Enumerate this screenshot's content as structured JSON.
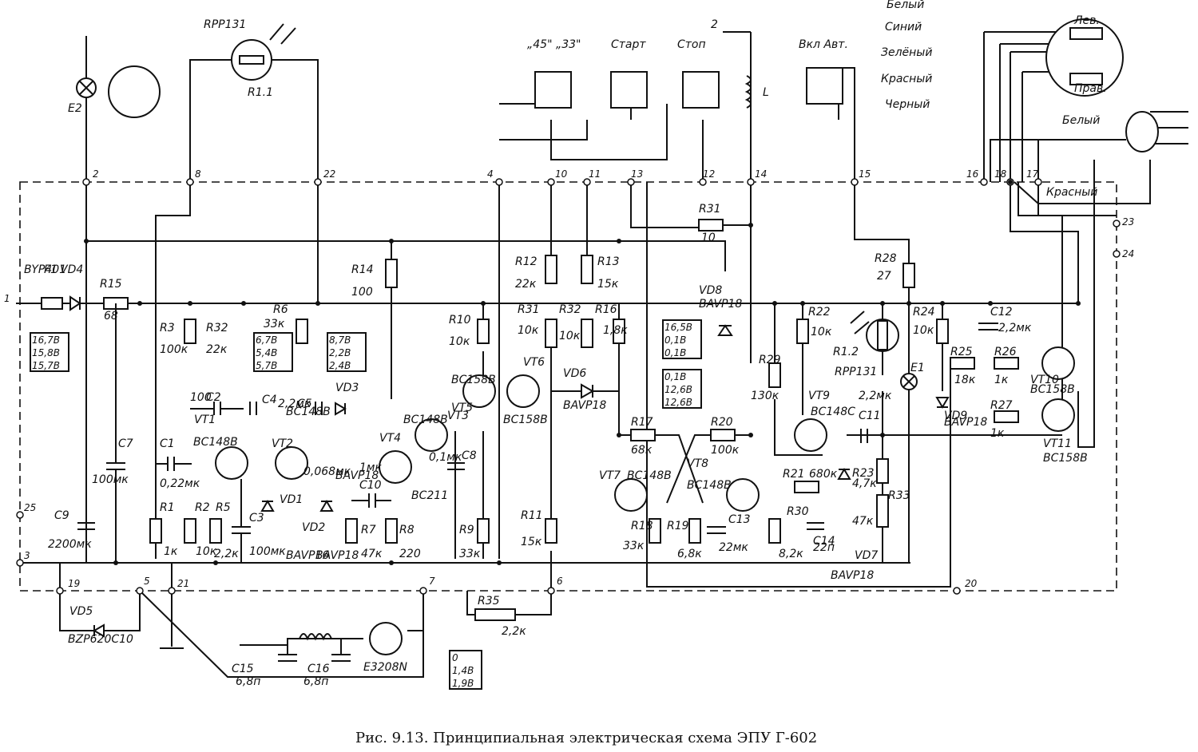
{
  "caption": "Рис. 9.13. Принципиальная электрическая схема ЭПУ Г-602",
  "top_labels": [
    "RPP131",
    "R1.1",
    "„45\" „33\"",
    "Старт",
    "Стоп",
    "Вкл Авт.",
    "L",
    "E2",
    "2"
  ],
  "wire_colors": [
    "Белый",
    "Синий",
    "Зелёный",
    "Красный",
    "Черный",
    "Белый",
    "Красный"
  ],
  "head_labels": [
    "Лев.",
    "Прав."
  ],
  "nodes": [
    "1",
    "2",
    "3",
    "4",
    "5",
    "6",
    "7",
    "8",
    "10",
    "11",
    "12",
    "13",
    "14",
    "15",
    "16",
    "17",
    "18",
    "19",
    "20",
    "21",
    "22",
    "23",
    "24",
    "25"
  ],
  "components": [
    {
      "ref": "BYP401",
      "value": ""
    },
    {
      "ref": "F1",
      "value": ""
    },
    {
      "ref": "VD4",
      "value": ""
    },
    {
      "ref": "R15",
      "value": "68"
    },
    {
      "ref": "C7",
      "value": "100мк"
    },
    {
      "ref": "C9",
      "value": "2200мк"
    },
    {
      "ref": "VD5",
      "value": "BZP620C10"
    },
    {
      "ref": "R3",
      "value": "100к"
    },
    {
      "ref": "R32",
      "value": "22к"
    },
    {
      "ref": "R6",
      "value": "33к"
    },
    {
      "ref": "C1",
      "value": "0,22мк"
    },
    {
      "ref": "C2",
      "value": "100"
    },
    {
      "ref": "C4",
      "value": "2,2мк"
    },
    {
      "ref": "C5",
      "value": "0,068мк"
    },
    {
      "ref": "VT1",
      "value": "BC148B"
    },
    {
      "ref": "VT2",
      "value": "BC148B"
    },
    {
      "ref": "VD1",
      "value": "BAVP16"
    },
    {
      "ref": "VD2",
      "value": "BAVP18"
    },
    {
      "ref": "VD3",
      "value": "BAVP18"
    },
    {
      "ref": "R1",
      "value": "1к"
    },
    {
      "ref": "R2",
      "value": "10к"
    },
    {
      "ref": "R5",
      "value": "2,2к"
    },
    {
      "ref": "C3",
      "value": "100мк"
    },
    {
      "ref": "R14",
      "value": "100"
    },
    {
      "ref": "C10",
      "value": "1мк"
    },
    {
      "ref": "R7",
      "value": "47к"
    },
    {
      "ref": "R8",
      "value": "220"
    },
    {
      "ref": "VT4",
      "value": "BC211"
    },
    {
      "ref": "VT3",
      "value": "BC148B"
    },
    {
      "ref": "C8",
      "value": "0,1мк"
    },
    {
      "ref": "R9",
      "value": "33к"
    },
    {
      "ref": "R10",
      "value": "10к"
    },
    {
      "ref": "VT5",
      "value": "BC158B"
    },
    {
      "ref": "VT6",
      "value": "BC158B"
    },
    {
      "ref": "R12",
      "value": "22к"
    },
    {
      "ref": "R13",
      "value": "15к"
    },
    {
      "ref": "R31",
      "value": "10к"
    },
    {
      "ref": "R32",
      "value": "10к"
    },
    {
      "ref": "R16",
      "value": "1,8к"
    },
    {
      "ref": "VD6",
      "value": "BAVP18"
    },
    {
      "ref": "R11",
      "value": "15к"
    },
    {
      "ref": "R35",
      "value": "2,2к"
    },
    {
      "ref": "R31",
      "value": "10"
    },
    {
      "ref": "VD8",
      "value": "BAVP18"
    },
    {
      "ref": "R29",
      "value": "130к"
    },
    {
      "ref": "R17",
      "value": "68к"
    },
    {
      "ref": "R20",
      "value": "100к"
    },
    {
      "ref": "VT7",
      "value": "BC148B"
    },
    {
      "ref": "VT8",
      "value": "BC148B"
    },
    {
      "ref": "R18",
      "value": "33к"
    },
    {
      "ref": "R19",
      "value": "6,8к"
    },
    {
      "ref": "C13",
      "value": "22мк"
    },
    {
      "ref": "R28",
      "value": "27"
    },
    {
      "ref": "R22",
      "value": "10к"
    },
    {
      "ref": "R1.2",
      "value": "RPP131"
    },
    {
      "ref": "VT9",
      "value": "BC148C"
    },
    {
      "ref": "C11",
      "value": "2,2мк"
    },
    {
      "ref": "R21",
      "value": "680к"
    },
    {
      "ref": "R23",
      "value": "4,7к"
    },
    {
      "ref": "R33",
      "value": "47к"
    },
    {
      "ref": "R30",
      "value": "8,2к"
    },
    {
      "ref": "C14",
      "value": "22п"
    },
    {
      "ref": "VD7",
      "value": "BAVP18"
    },
    {
      "ref": "E1",
      "value": ""
    },
    {
      "ref": "R24",
      "value": "10к"
    },
    {
      "ref": "VD9",
      "value": "BAVP18"
    },
    {
      "ref": "C12",
      "value": "2,2мк"
    },
    {
      "ref": "R25",
      "value": "18к"
    },
    {
      "ref": "R26",
      "value": "1к"
    },
    {
      "ref": "R27",
      "value": "1к"
    },
    {
      "ref": "VT10",
      "value": "BC158B"
    },
    {
      "ref": "VT11",
      "value": "BC158B"
    },
    {
      "ref": "C15",
      "value": "6,8п"
    },
    {
      "ref": "C16",
      "value": "6,8п"
    },
    {
      "ref": "M",
      "value": "E3208N"
    }
  ],
  "voltage_boxes": [
    [
      "16,7В",
      "15,8В",
      "15,7В"
    ],
    [
      "6,7В",
      "5,4В",
      "5,7В"
    ],
    [
      "8,7В",
      "2,2В",
      "2,4В"
    ],
    [
      "16,5В",
      "0,1В",
      "0,1В"
    ],
    [
      "0,1В",
      "12,6В",
      "12,6В"
    ],
    [
      "0",
      "1,4В",
      "1,9В"
    ]
  ]
}
